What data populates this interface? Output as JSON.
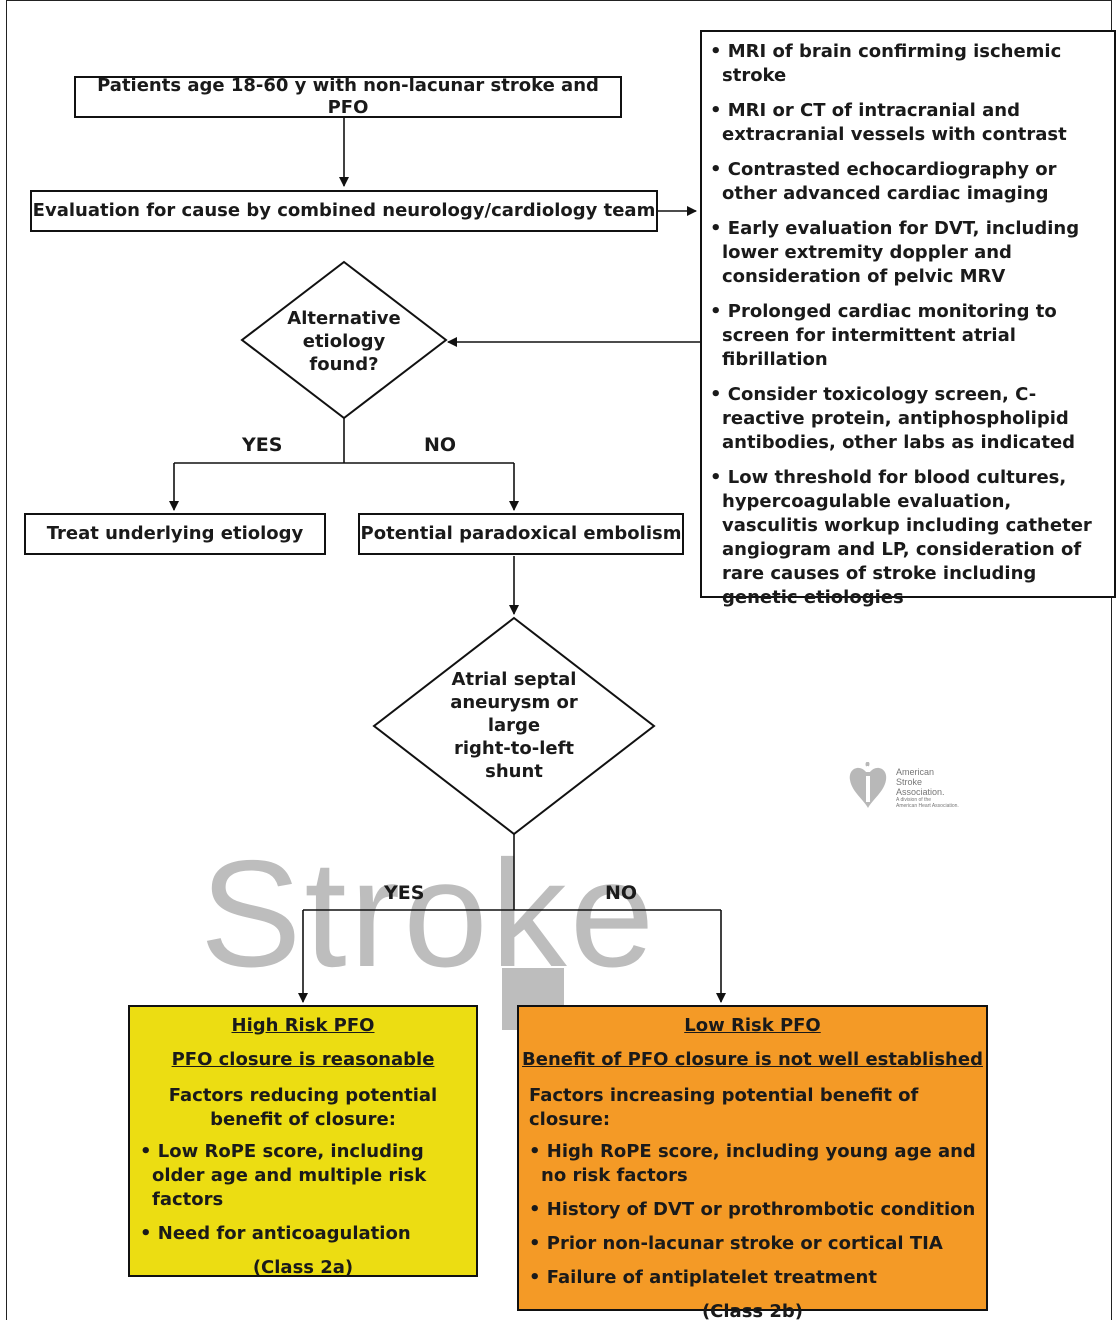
{
  "watermark": "Stroke",
  "nodes": {
    "start": "Patients age 18-60 y with non-lacunar stroke and PFO",
    "evaluation": "Evaluation for cause by combined neurology/cardiology team",
    "alt_etiology": [
      "Alternative",
      "etiology",
      "found?"
    ],
    "treat": "Treat underlying etiology",
    "paradoxical": "Potential paradoxical embolism",
    "asa": [
      "Atrial septal",
      "aneurysm or",
      "large",
      "right-to-left",
      "shunt"
    ]
  },
  "branches": {
    "yes1": "YES",
    "no1": "NO",
    "yes2": "YES",
    "no2": "NO"
  },
  "workup": [
    "• MRI of brain confirming ischemic stroke",
    "• MRI or CT of intracranial and extracranial vessels with contrast",
    "• Contrasted echocardiography or other advanced cardiac imaging",
    "• Early evaluation for DVT, including lower extremity doppler and consideration of pelvic MRV",
    "• Prolonged cardiac monitoring to screen for intermittent atrial fibrillation",
    "• Consider toxicology screen, C-reactive protein, antiphospholipid antibodies, other labs as indicated",
    "• Low threshold for blood cultures, hypercoagulable evaluation, vasculitis workup including catheter angiogram and LP, consideration of rare causes of stroke including genetic etiologies"
  ],
  "high_risk": {
    "title": "High Risk PFO",
    "recommendation": "PFO closure is reasonable",
    "factors_header": "Factors reducing potential benefit of closure:",
    "factors": [
      "• Low RoPE score, including older age and multiple risk factors",
      "• Need for anticoagulation"
    ],
    "class": "(Class 2a)",
    "color": "#ecdd12"
  },
  "low_risk": {
    "title": "Low Risk PFO",
    "recommendation": "Benefit of PFO closure is not well established",
    "factors_header": "Factors increasing potential benefit of  closure:",
    "factors": [
      "• High RoPE score, including young age and no risk factors",
      "• History of DVT or prothrombotic condition",
      "• Prior non-lacunar stroke or cortical TIA",
      "• Failure of antiplatelet treatment"
    ],
    "class": "(Class 2b)",
    "color": "#f49a26"
  },
  "logo": {
    "name_lines": [
      "American",
      "Stroke",
      "Association."
    ],
    "sub": [
      "A division of the",
      "American Heart Association."
    ]
  }
}
